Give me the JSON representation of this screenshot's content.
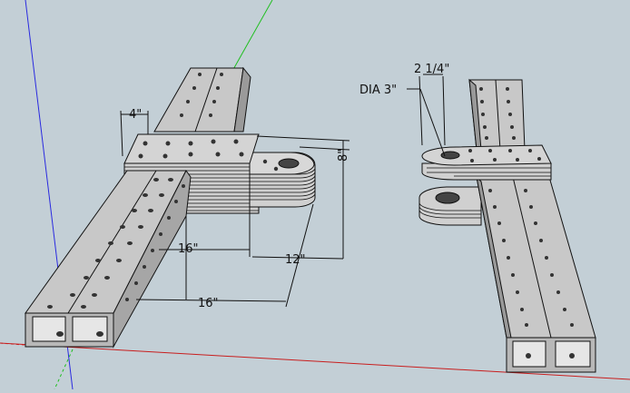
{
  "viewport": {
    "background": "#c3cfd6",
    "axes": {
      "blue": "#2a2ae0",
      "green": "#1fbf1f",
      "red": "#c81e1e"
    }
  },
  "dimensions": {
    "d4": "4\"",
    "d8": "8\"",
    "d16_top": "16\"",
    "d12": "12\"",
    "d16_bottom": "16\"",
    "dia": "DIA 3\"",
    "d2_1_4": "2 1/4\""
  }
}
